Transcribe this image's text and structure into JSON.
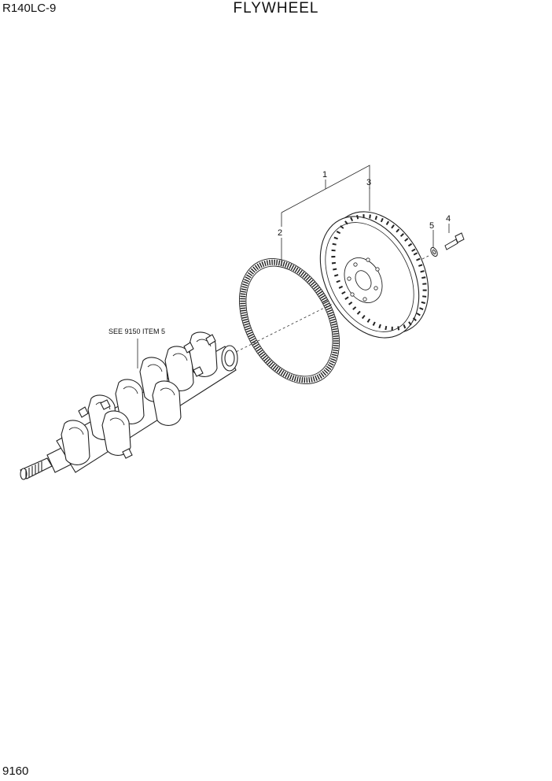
{
  "header": {
    "model": "R140LC-9",
    "title": "FLYWHEEL"
  },
  "footer": {
    "page_number": "9160"
  },
  "diagram": {
    "callouts": {
      "assembly": "1",
      "ring_gear": "2",
      "flywheel": "3",
      "bolt": "4",
      "washer": "5"
    },
    "reference_note": "SEE 9150 ITEM 5"
  }
}
